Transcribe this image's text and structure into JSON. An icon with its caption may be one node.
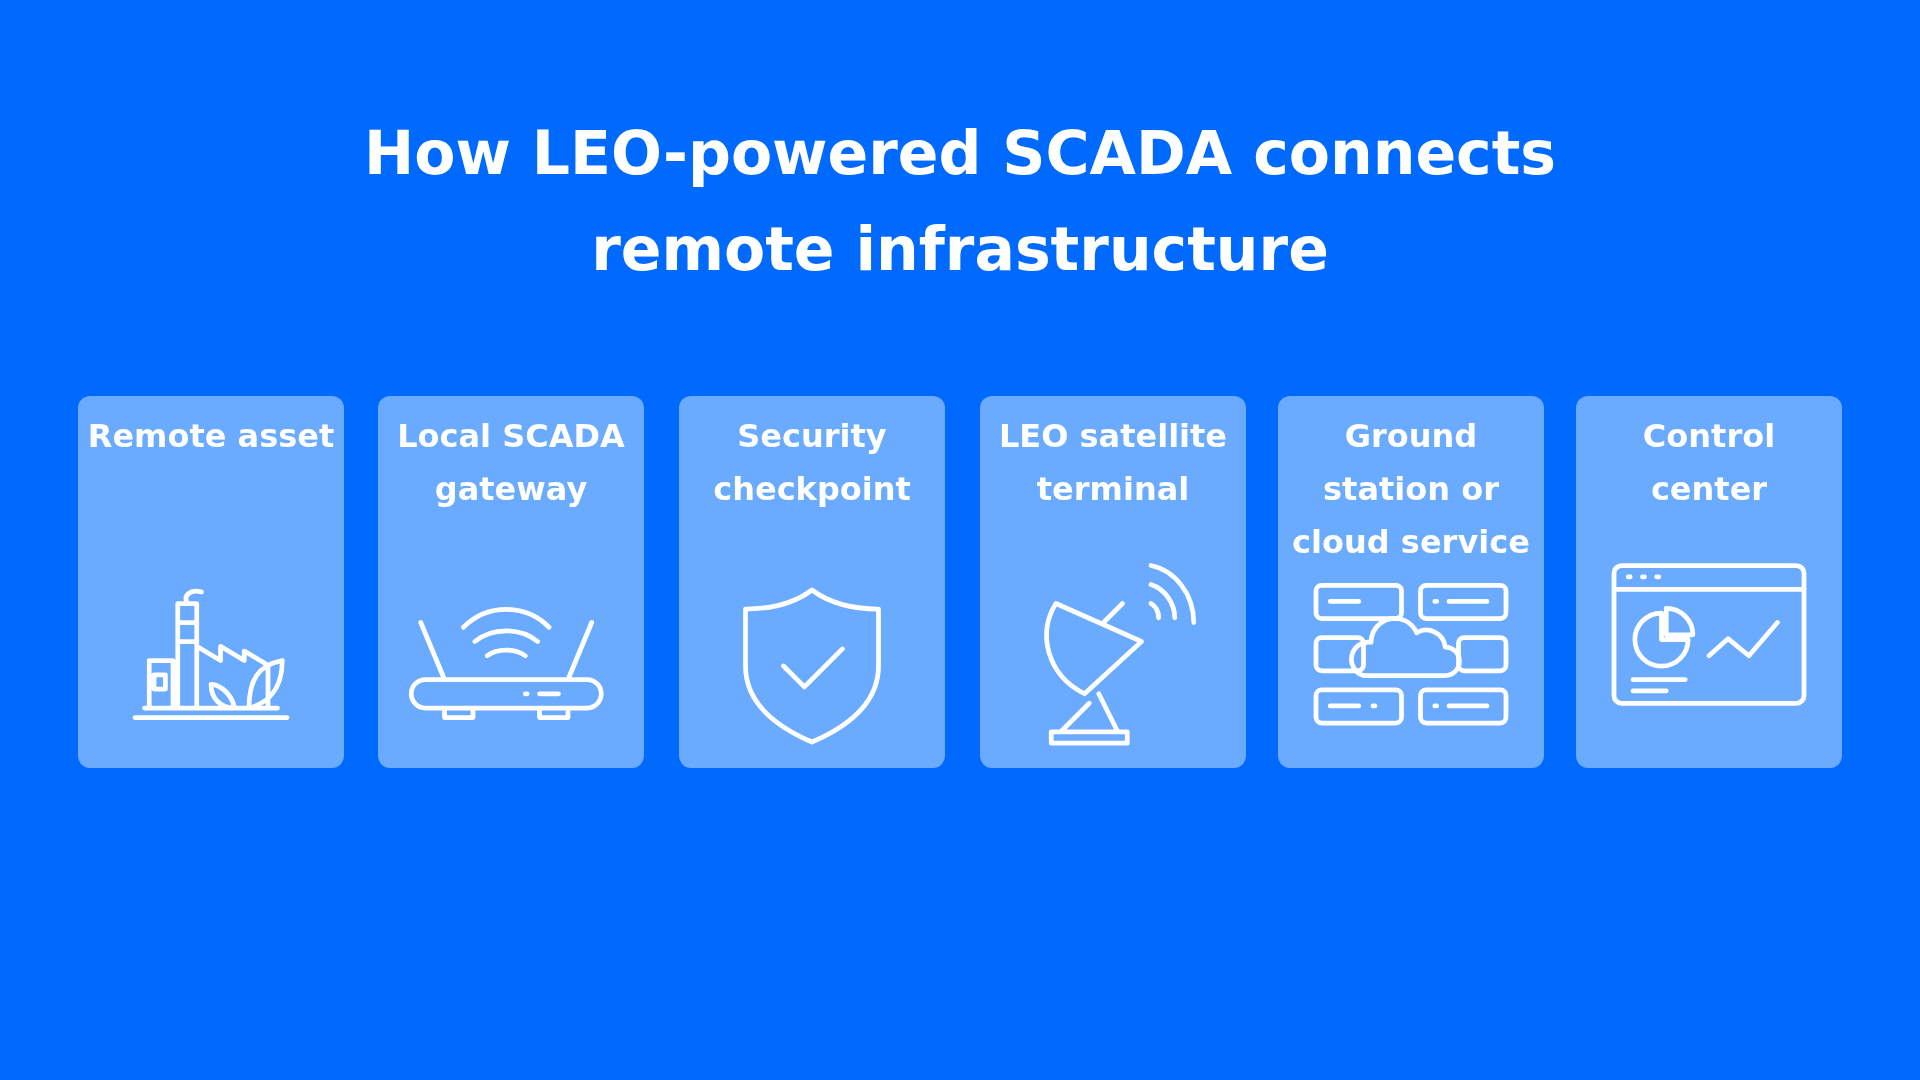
{
  "diagram": {
    "title": "How LEO-powered SCADA connects remote infrastructure",
    "nodes": [
      {
        "text": [
          "Remote asset"
        ]
      },
      {
        "text": [
          "Local SCADA gateway"
        ]
      },
      {
        "text": [
          "Security checkpoint"
        ]
      },
      {
        "text": [
          "LEO satellite terminal"
        ]
      },
      {
        "text": [
          "Ground station or cloud service"
        ]
      },
      {
        "text": [
          "Control center"
        ]
      }
    ]
  }
}
